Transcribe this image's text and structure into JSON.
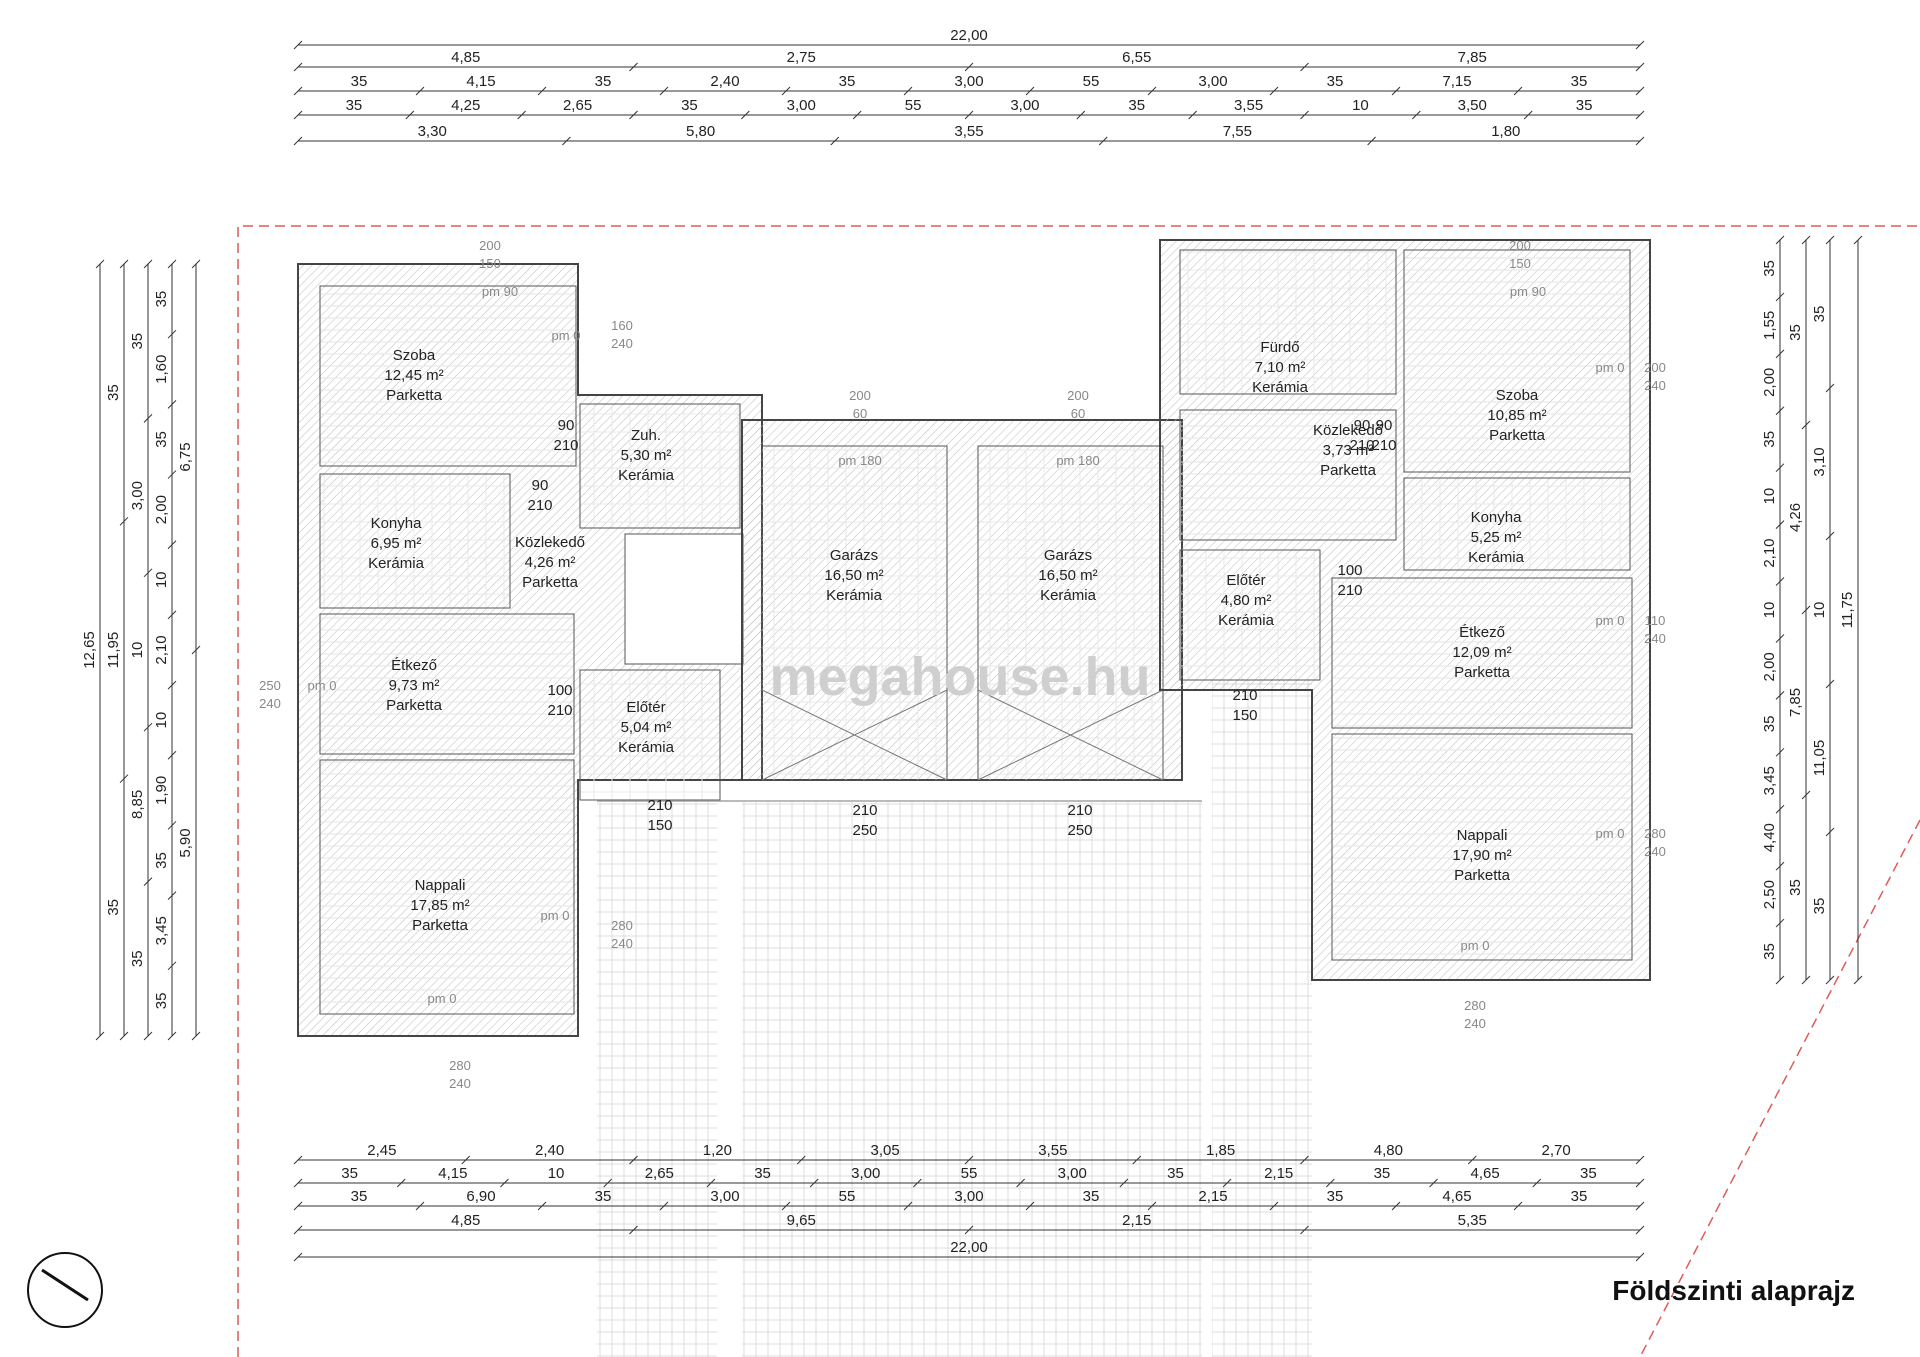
{
  "title": "Földszinti alaprajz",
  "watermark": "megahouse.hu",
  "top_dims": {
    "row0": [
      "22,00"
    ],
    "row1": [
      "4,85",
      "2,75",
      "6,55",
      "7,85"
    ],
    "row2": [
      "35",
      "4,15",
      "35",
      "2,40",
      "35",
      "3,00",
      "55",
      "3,00",
      "35",
      "7,15",
      "35"
    ],
    "row3": [
      "35",
      "4,25",
      "2,65",
      "35",
      "3,00",
      "55",
      "3,00",
      "35",
      "3,55",
      "10",
      "3,50",
      "35"
    ],
    "row4": [
      "3,30",
      "5,80",
      "3,55",
      "7,55",
      "1,80"
    ]
  },
  "bottom_dims": {
    "row1": [
      "2,45",
      "2,40",
      "1,20",
      "3,05",
      "3,55",
      "1,85",
      "4,80",
      "2,70"
    ],
    "row2": [
      "35",
      "4,15",
      "10",
      "2,65",
      "35",
      "3,00",
      "55",
      "3,00",
      "35",
      "2,15",
      "35",
      "4,65",
      "35"
    ],
    "row3": [
      "35",
      "6,90",
      "35",
      "3,00",
      "55",
      "3,00",
      "35",
      "2,15",
      "35",
      "4,65",
      "35"
    ],
    "row4": [
      "4,85",
      "9,65",
      "2,15",
      "5,35"
    ],
    "row5": [
      "22,00"
    ]
  },
  "left_dims": {
    "col1": [
      "12,65"
    ],
    "col2": [
      "35",
      "11,95",
      "35"
    ],
    "col3": [
      "35",
      "3,00",
      "10",
      "8,85",
      "35"
    ],
    "col4": [
      "35",
      "1,60",
      "35",
      "2,00",
      "10",
      "2,10",
      "10",
      "1,90",
      "35",
      "3,45",
      "35"
    ],
    "col5": [
      "6,75",
      "5,90"
    ]
  },
  "right_dims": {
    "col1": [
      "35",
      "1,55",
      "2,00",
      "35",
      "10",
      "2,10",
      "10",
      "2,00",
      "35",
      "3,45",
      "4,40",
      "2,50",
      "35"
    ],
    "col2": [
      "35",
      "4,26",
      "7,85",
      "35"
    ],
    "col3": [
      "35",
      "3,10",
      "10",
      "11,05",
      "35"
    ],
    "col4": [
      "11,75"
    ]
  },
  "rooms": [
    {
      "name": "Szoba",
      "area": "12,45 m²",
      "floor": "Parketta"
    },
    {
      "name": "Zuh.",
      "area": "5,30 m²",
      "floor": "Kerámia"
    },
    {
      "name": "Konyha",
      "area": "6,95 m²",
      "floor": "Kerámia"
    },
    {
      "name": "Közlekedő",
      "area": "4,26 m²",
      "floor": "Parketta"
    },
    {
      "name": "Étkező",
      "area": "9,73 m²",
      "floor": "Parketta"
    },
    {
      "name": "Előtér",
      "area": "5,04 m²",
      "floor": "Kerámia"
    },
    {
      "name": "Nappali",
      "area": "17,85 m²",
      "floor": "Parketta"
    },
    {
      "name": "Garázs",
      "area": "16,50 m²",
      "floor": "Kerámia"
    },
    {
      "name": "Garázs",
      "area": "16,50 m²",
      "floor": "Kerámia"
    },
    {
      "name": "Fürdő",
      "area": "7,10 m²",
      "floor": "Kerámia"
    },
    {
      "name": "Szoba",
      "area": "10,85 m²",
      "floor": "Parketta"
    },
    {
      "name": "Közlekedő",
      "area": "3,73 m²",
      "floor": "Parketta"
    },
    {
      "name": "Konyha",
      "area": "5,25 m²",
      "floor": "Kerámia"
    },
    {
      "name": "Előtér",
      "area": "4,80 m²",
      "floor": "Kerámia"
    },
    {
      "name": "Étkező",
      "area": "12,09 m²",
      "floor": "Parketta"
    },
    {
      "name": "Nappali",
      "area": "17,90 m²",
      "floor": "Parketta"
    }
  ],
  "openings": [
    {
      "w": "90",
      "h": "210"
    },
    {
      "w": "90",
      "h": "210"
    },
    {
      "w": "100",
      "h": "210"
    },
    {
      "w": "210",
      "h": "150"
    },
    {
      "w": "210",
      "h": "250"
    },
    {
      "w": "210",
      "h": "250"
    },
    {
      "w": "90",
      "h": "210"
    },
    {
      "w": "90",
      "h": "210"
    },
    {
      "w": "100",
      "h": "210"
    },
    {
      "w": "210",
      "h": "150"
    }
  ],
  "windows": [
    {
      "w": "200",
      "h": "150"
    },
    {
      "w": "160",
      "h": "240"
    },
    {
      "w": "250",
      "h": "240"
    },
    {
      "w": "280",
      "h": "240"
    },
    {
      "w": "280",
      "h": "240"
    },
    {
      "w": "200",
      "h": "60"
    },
    {
      "w": "200",
      "h": "60"
    },
    {
      "w": "200",
      "h": "150"
    },
    {
      "w": "200",
      "h": "240"
    },
    {
      "w": "110",
      "h": "240"
    },
    {
      "w": "280",
      "h": "240"
    },
    {
      "w": "280",
      "h": "240"
    }
  ],
  "sill_labels": [
    "pm 90",
    "pm 0",
    "pm 0",
    "pm 0",
    "pm 0",
    "pm 180",
    "pm 180",
    "pm 90",
    "pm 0",
    "pm 0",
    "pm 0",
    "pm 0"
  ]
}
